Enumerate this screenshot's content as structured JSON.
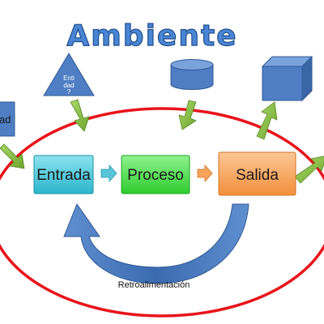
{
  "title": "Ambiente",
  "inputs": {
    "left_partial_label": "ad",
    "triangle_label_lines": [
      "Enti",
      "dad",
      "?"
    ]
  },
  "process": {
    "entrada": "Entrada",
    "proceso": "Proceso",
    "salida": "Salida"
  },
  "feedback_label": "Retroalimentación",
  "colors": {
    "title": "#4a86d4",
    "environment_ellipse": "#e8141b",
    "input_arrows": "#86c03c",
    "entrada_fill": "#3ec3d6",
    "proceso_fill": "#3fdb3f",
    "salida_fill": "#f7a35c",
    "shapes_fill": "#4f7ec4",
    "feedback_arrow": "#3d6fb0"
  }
}
